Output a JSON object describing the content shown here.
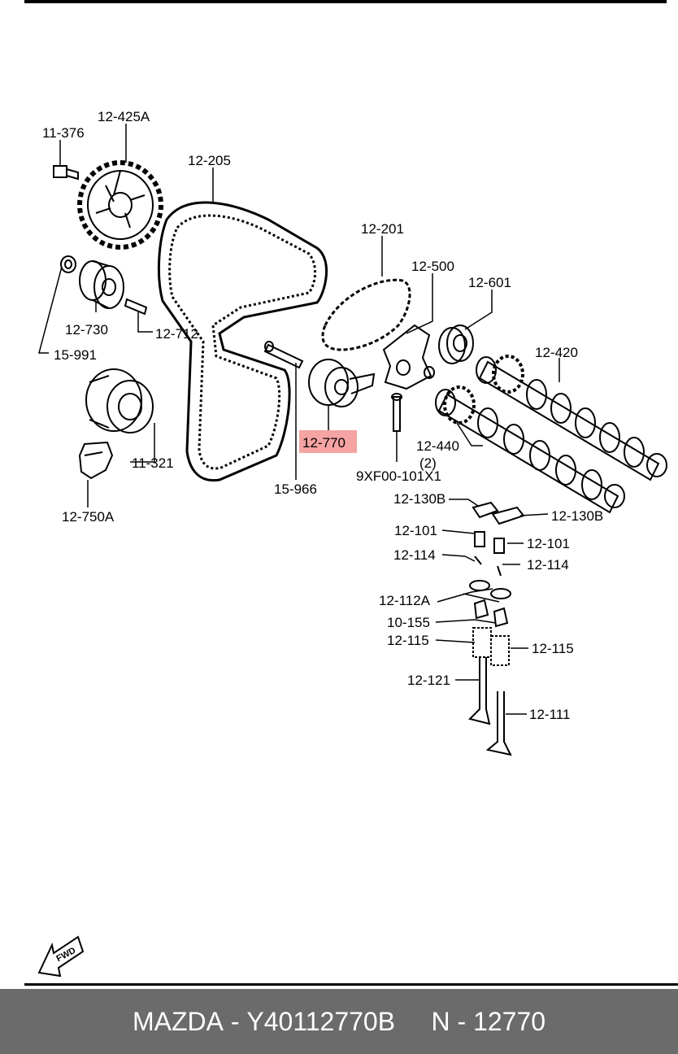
{
  "labels": {
    "l11_376": "11-376",
    "l12_425A": "12-425A",
    "l12_205": "12-205",
    "l12_201": "12-201",
    "l12_500": "12-500",
    "l12_601": "12-601",
    "l12_420": "12-420",
    "l12_730": "12-730",
    "l12_712": "12-712",
    "l15_991": "15-991",
    "l11_321": "11-321",
    "l12_750A": "12-750A",
    "l12_770": "12-770",
    "l15_966": "15-966",
    "l12_440": "12-440",
    "l9XF00": "9XF00-101X1",
    "l_qty2": "(2)",
    "l12_130B_a": "12-130B",
    "l12_130B_b": "12-130B",
    "l12_101_a": "12-101",
    "l12_101_b": "12-101",
    "l12_114_a": "12-114",
    "l12_114_b": "12-114",
    "l12_112A": "12-112A",
    "l10_155": "10-155",
    "l12_115_a": "12-115",
    "l12_115_b": "12-115",
    "l12_121": "12-121",
    "l12_111": "12-111"
  },
  "fwd_arrow": "FWD",
  "footer": {
    "brand": "MAZDA",
    "part_number": "Y40112770B",
    "callout": "N - 12770"
  },
  "colors": {
    "highlight": "#f5a3a3",
    "footer_bg": "#6b6b6b",
    "footer_text": "#ffffff"
  }
}
